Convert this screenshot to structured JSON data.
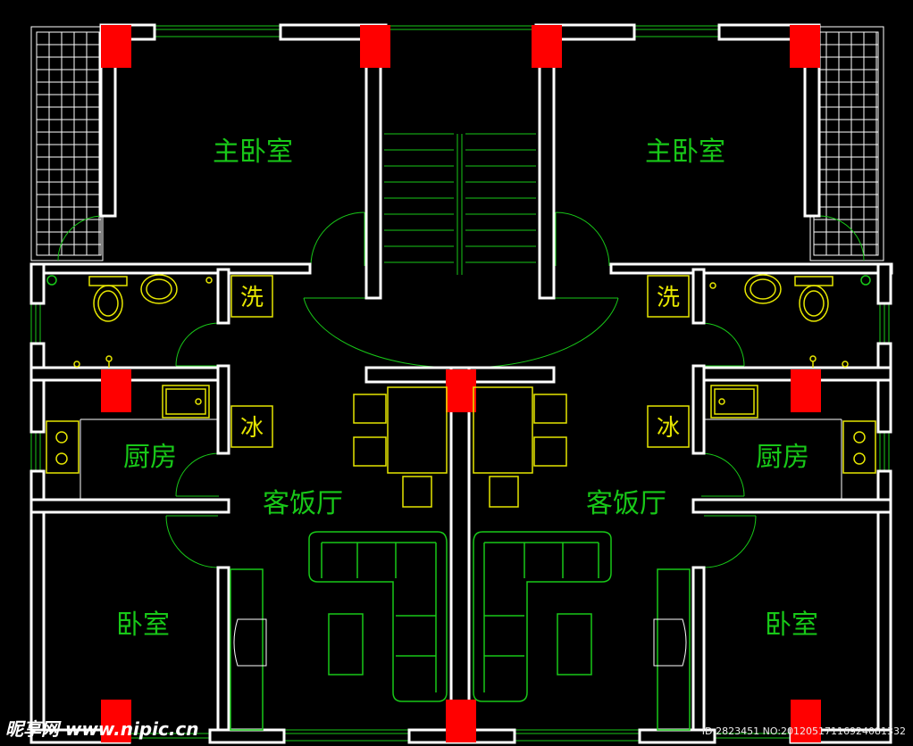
{
  "rooms": {
    "master_left": "主卧室",
    "master_right": "主卧室",
    "kitchen_left": "厨房",
    "kitchen_right": "厨房",
    "living_left": "客饭厅",
    "living_right": "客饭厅",
    "bed_left": "卧室",
    "bed_right": "卧室"
  },
  "fixtures": {
    "wash_left": "洗",
    "wash_right": "洗",
    "fridge_left": "冰",
    "fridge_right": "冰"
  },
  "watermark": {
    "left": "昵享网 www.nipic.cn",
    "right": "ID:2823451 NO:20120517116924081332"
  },
  "colors": {
    "wall": "#ffffff",
    "column": "#ff0000",
    "furniture_green": "#18c818",
    "fixture_yellow": "#e6e600",
    "background": "#000000"
  }
}
